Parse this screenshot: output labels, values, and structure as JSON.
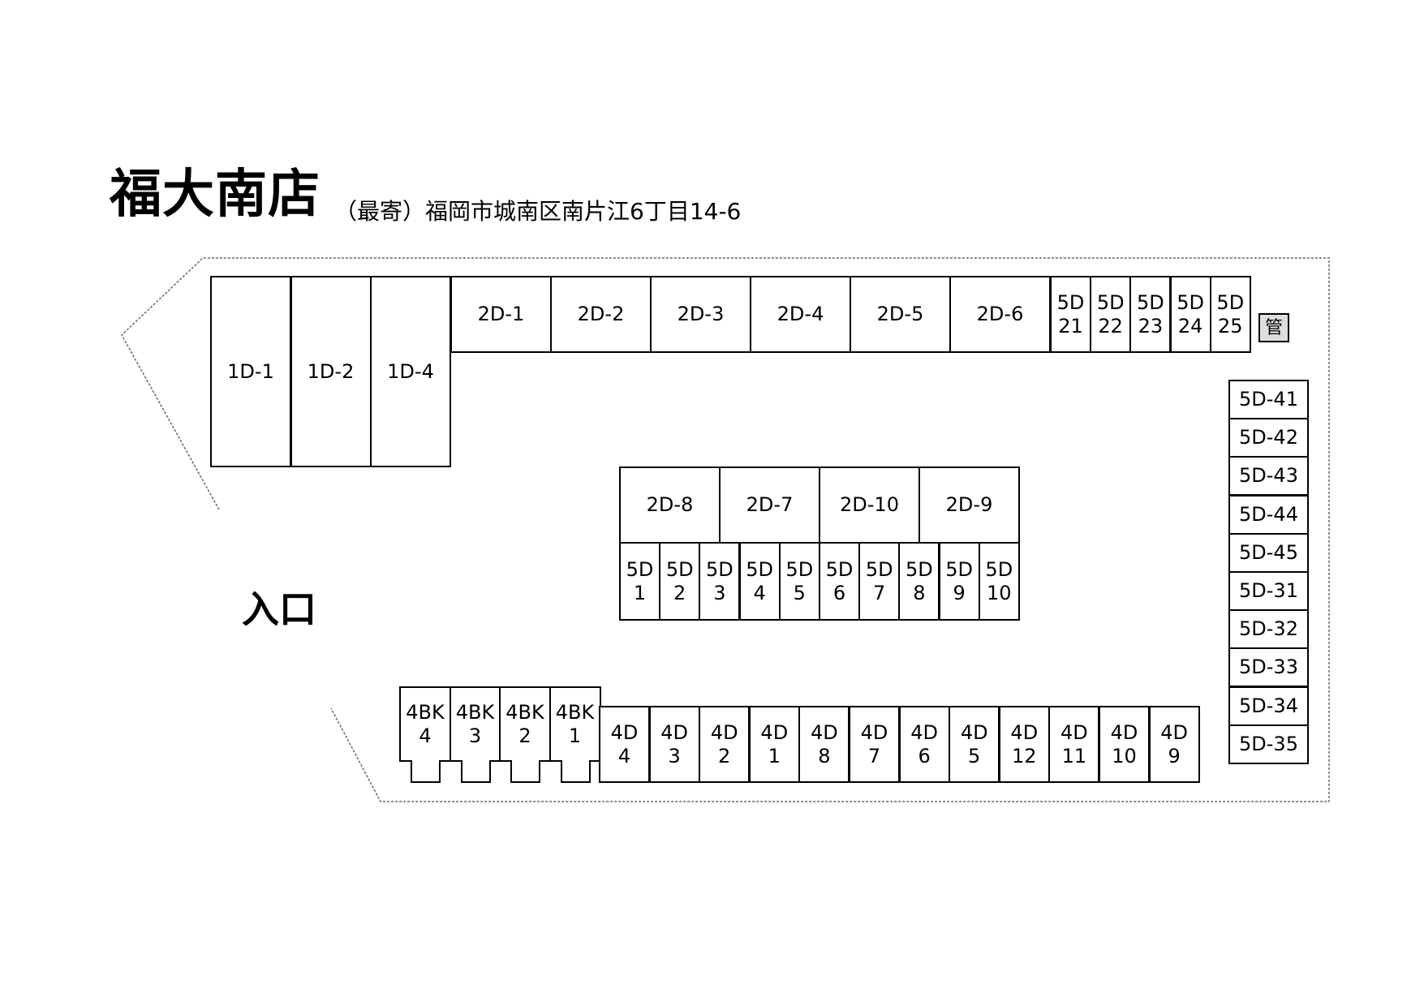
{
  "header": {
    "title": "福大南店",
    "address": "（最寄）福岡市城南区南片江6丁目14-6"
  },
  "entrance_label": "入口",
  "units": {
    "row_1d": [
      "1D-1",
      "1D-2",
      "1D-4"
    ],
    "row_2d_top": [
      "2D-1",
      "2D-2",
      "2D-3",
      "2D-4",
      "2D-5",
      "2D-6"
    ],
    "row_5d_top": [
      "5D\n21",
      "5D\n22",
      "5D\n23",
      "5D\n24",
      "5D\n25"
    ],
    "office": "管",
    "column_5d_right": [
      "5D-41",
      "5D-42",
      "5D-43",
      "5D-44",
      "5D-45",
      "5D-31",
      "5D-32",
      "5D-33",
      "5D-34",
      "5D-35"
    ],
    "row_2d_center": [
      "2D-8",
      "2D-7",
      "2D-10",
      "2D-9"
    ],
    "row_5d_center": [
      "5D\n1",
      "5D\n2",
      "5D\n3",
      "5D\n4",
      "5D\n5",
      "5D\n6",
      "5D\n7",
      "5D\n8",
      "5D\n9",
      "5D\n10"
    ],
    "row_4bk": [
      "4BK\n4",
      "4BK\n3",
      "4BK\n2",
      "4BK\n1"
    ],
    "row_4d": [
      "4D\n4",
      "4D\n3",
      "4D\n2",
      "4D\n1",
      "4D\n8",
      "4D\n7",
      "4D\n6",
      "4D\n5",
      "4D\n12",
      "4D\n11",
      "4D\n10",
      "4D\n9"
    ]
  }
}
